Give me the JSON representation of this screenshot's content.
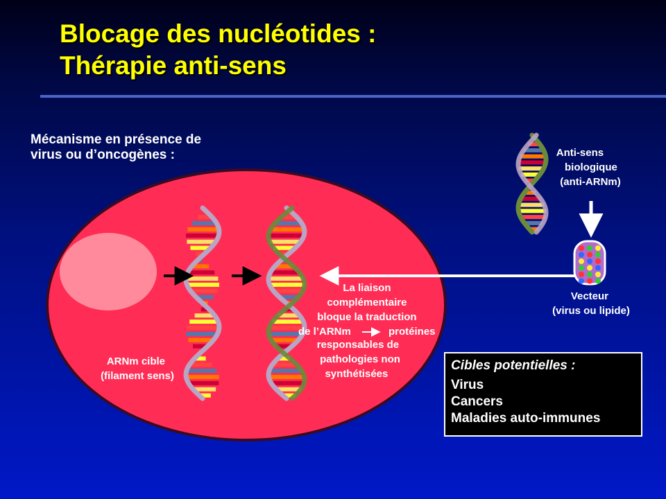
{
  "title": {
    "line1": "Blocage des nucléotides :",
    "line2": "Thérapie anti-sens"
  },
  "mechanism": {
    "line1": "Mécanisme en présence de",
    "line2": "virus ou d’oncogènes :"
  },
  "antisense_label": [
    "Anti-sens",
    "biologique",
    "(anti-ARNm)"
  ],
  "vector_label": [
    "Vecteur",
    "(virus ou lipide)"
  ],
  "target_mrna_label": [
    "ARNm cible",
    "(filament sens)"
  ],
  "binding_text": {
    "line1": "La liaison",
    "line2": "complémentaire",
    "line3": "bloque la traduction",
    "line4a": "de l’ARNm",
    "line4b": "protéines",
    "line5": "responsables de",
    "line6": "pathologies non",
    "line7": "synthétisées"
  },
  "targets": {
    "title": "Cibles potentielles :",
    "items": [
      "Virus",
      "Cancers",
      "Maladies auto-immunes"
    ]
  },
  "colors": {
    "title": "#ffff00",
    "cell": "#ff2d55",
    "cell_border": "#3a0a22",
    "nucleus": "#ff8a9c",
    "text": "#ffffff",
    "box_background": "#000000"
  }
}
